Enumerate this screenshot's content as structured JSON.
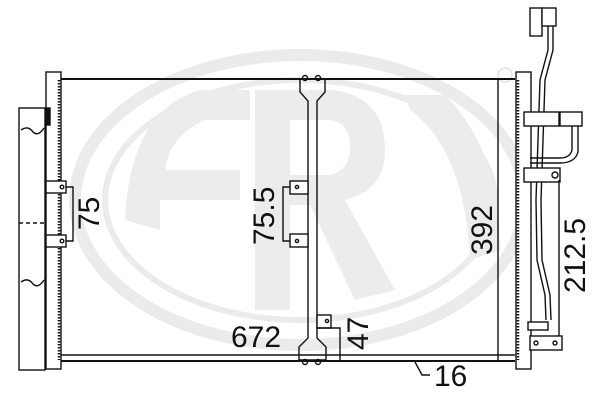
{
  "figure": {
    "subject": "A/C condenser technical drawing",
    "watermark": {
      "text": "ERA",
      "registered_mark": "®",
      "color": "#ebebeb"
    },
    "colors": {
      "line": "#111111",
      "background": "#ffffff",
      "watermark": "#ebebeb"
    }
  },
  "dimensions": {
    "width": "672",
    "height": "392",
    "thickness": "16",
    "left_bracket_spacing": "75",
    "center_bracket_spacing": "75.5",
    "bottom_bracket_height": "47",
    "right_pipe_height": "212.5"
  }
}
